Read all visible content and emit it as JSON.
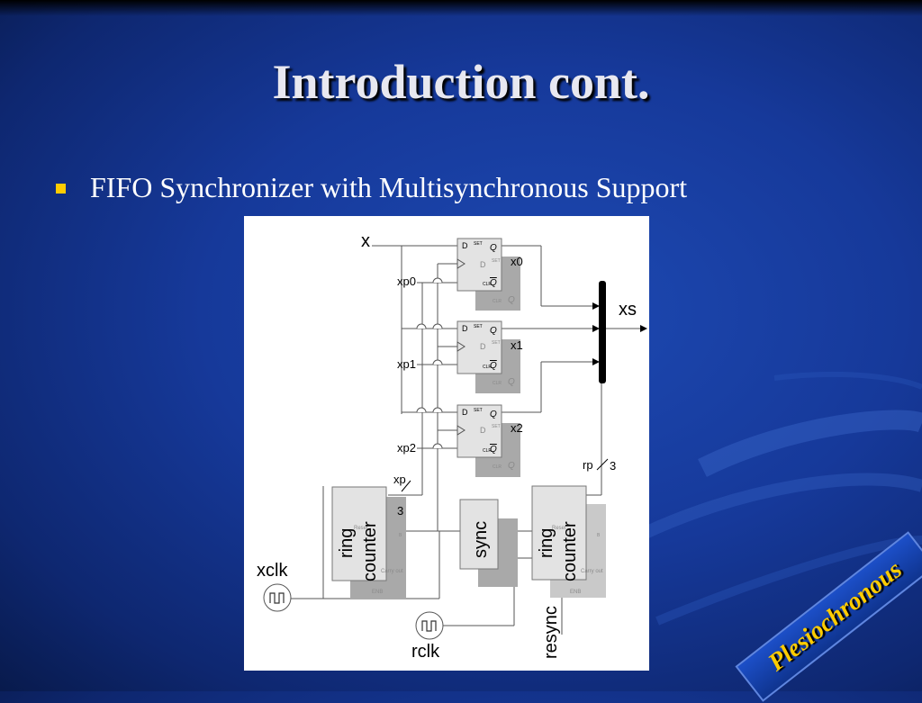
{
  "slide": {
    "title": "Introduction cont.",
    "bullet": "FIFO Synchronizer with Multisynchronous Support",
    "banner": "Plesiochronous"
  },
  "diagram": {
    "signals": {
      "x": "x",
      "xs": "xs",
      "xclk": "xclk",
      "rclk": "rclk",
      "resync": "resync",
      "xp0": "xp0",
      "xp1": "xp1",
      "xp2": "xp2",
      "x0": "x0",
      "x1": "x1",
      "x2": "x2",
      "xp": "xp",
      "rp": "rp",
      "bus_width_xp": "3",
      "bus_width_rp": "3"
    },
    "flipflop": {
      "d": "D",
      "set": "SET",
      "q": "Q",
      "qbar": "Q",
      "clr": "CLR"
    },
    "blocks": {
      "ring_counter_line1": "ring",
      "ring_counter_line2": "counter",
      "sync": "sync",
      "ghost": {
        "reset": "Reset",
        "carry_out": "Carry out",
        "enb": "ENB",
        "b": "B"
      }
    }
  },
  "colors": {
    "bullet": "#ffcc00",
    "banner_text": "#ffcc00",
    "title": "#e8e8f0"
  }
}
